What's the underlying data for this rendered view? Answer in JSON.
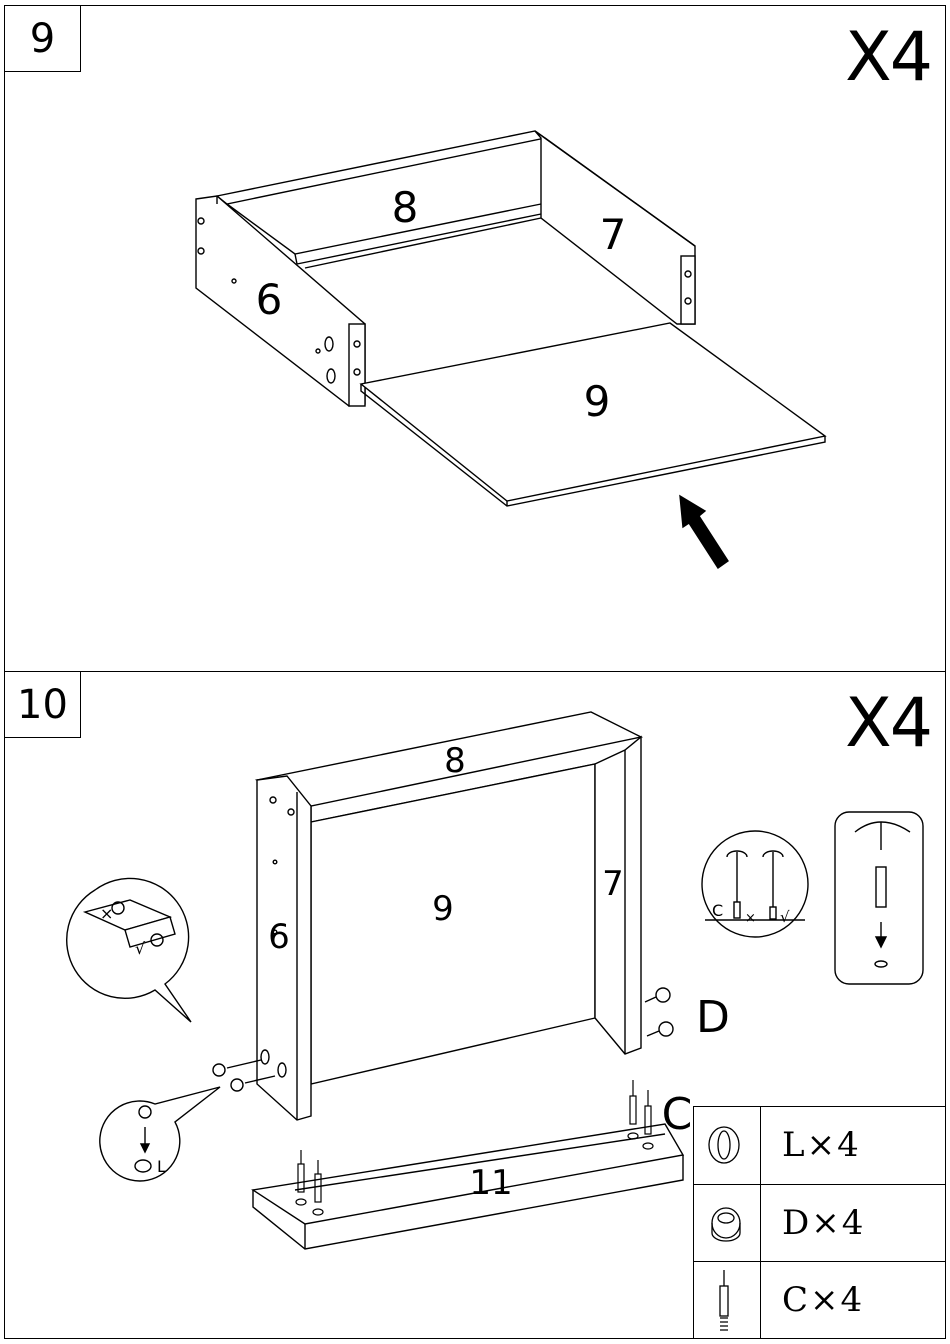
{
  "step9": {
    "number": "9",
    "multiplier": "X4",
    "labels": {
      "part6": "6",
      "part7": "7",
      "part8": "8",
      "part9": "9"
    }
  },
  "step10": {
    "number": "10",
    "multiplier": "X4",
    "labels": {
      "part6": "6",
      "part7": "7",
      "part8": "8",
      "part9": "9",
      "part11": "11",
      "C": "C",
      "D": "D"
    },
    "detail_labels": {
      "wrong": "×",
      "right": "√",
      "cam_c": "C",
      "L": "L"
    }
  },
  "parts_list": [
    {
      "icon": "dowel-L-icon",
      "text": "L×4"
    },
    {
      "icon": "cam-lock-D-icon",
      "text": "D×4"
    },
    {
      "icon": "cam-bolt-C-icon",
      "text": "C×4"
    }
  ]
}
